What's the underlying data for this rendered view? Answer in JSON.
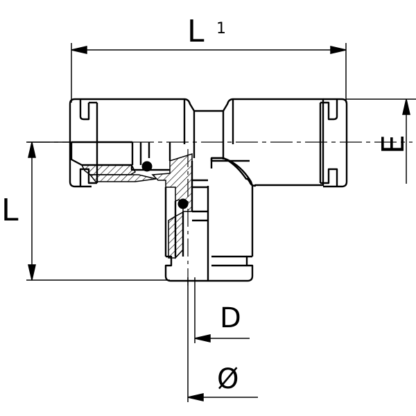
{
  "drawing": {
    "labels": {
      "l1_main": "L",
      "l1_sub": "1",
      "l": "L",
      "e": "E",
      "d": "D",
      "diameter": "Ø"
    },
    "colors": {
      "line": "#000000",
      "background": "#ffffff"
    }
  }
}
